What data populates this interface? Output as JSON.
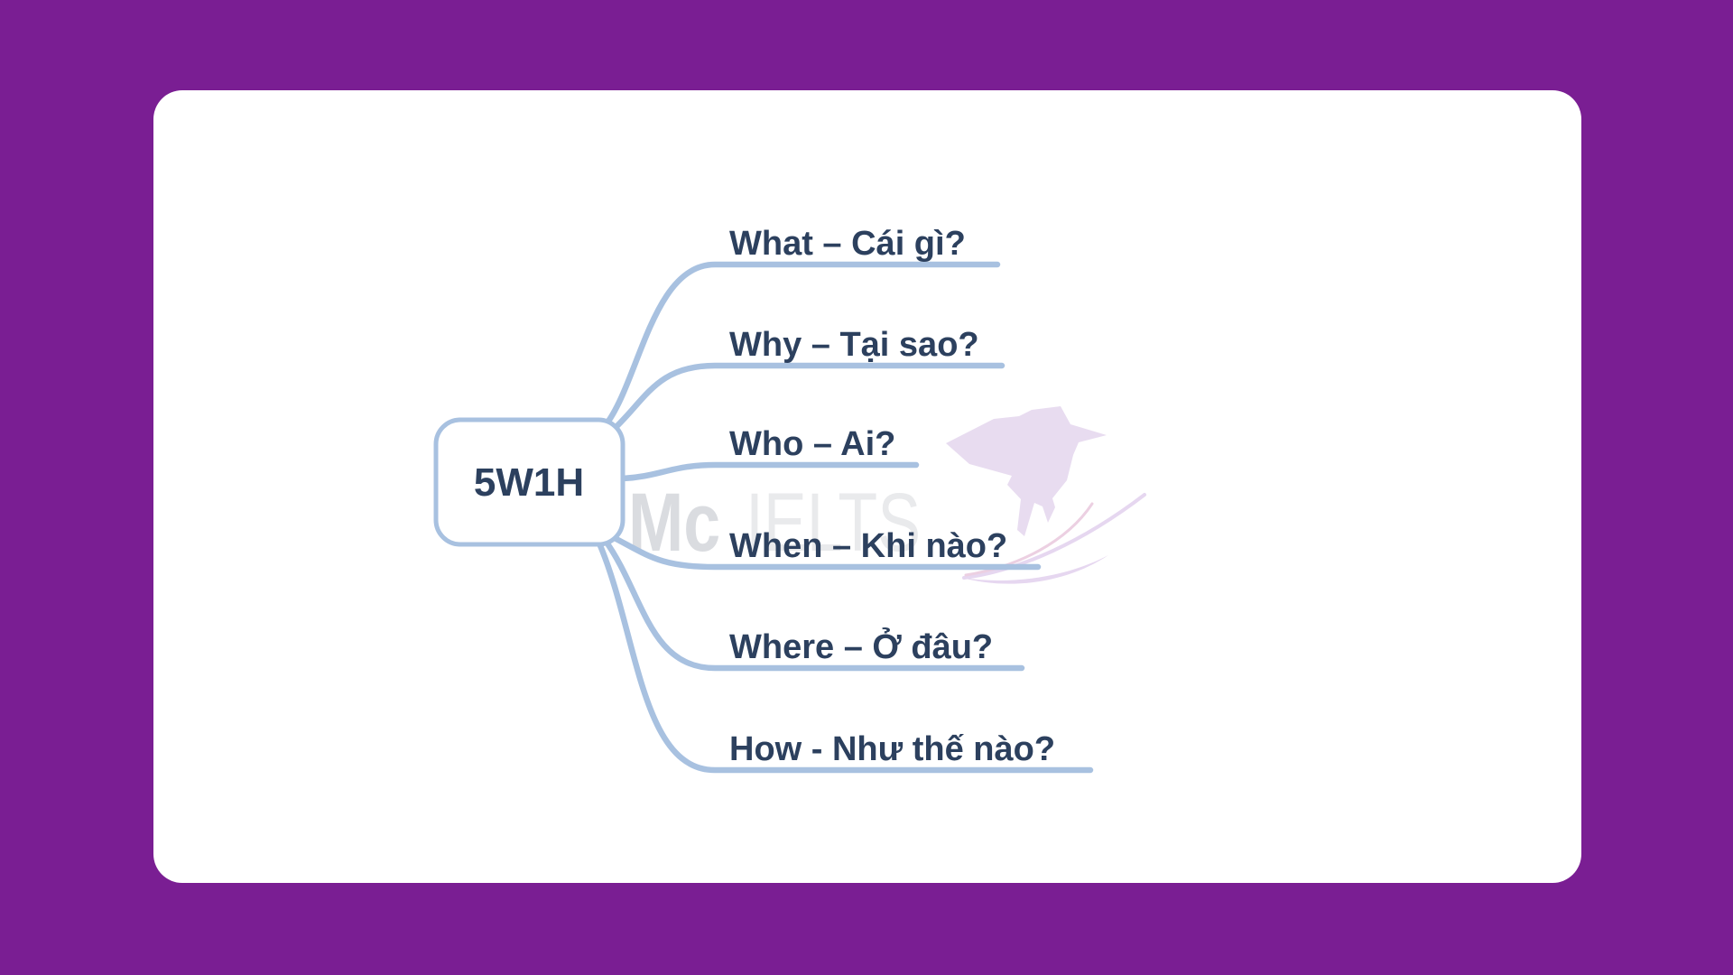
{
  "page": {
    "background_color": "#7a1e93",
    "card_background_color": "#ffffff"
  },
  "mindmap": {
    "root_label": "5W1H",
    "branches": [
      {
        "label": "What – Cái gì?"
      },
      {
        "label": "Why – Tại sao?"
      },
      {
        "label": "Who – Ai?"
      },
      {
        "label": "When – Khi nào?"
      },
      {
        "label": "Where – Ở đâu?"
      },
      {
        "label": "How - Như thế nào?"
      }
    ],
    "colors": {
      "branch_line": "#a8c1e0",
      "label_text": "#2c405e",
      "node_border": "#a8c1e0",
      "node_fill": "#ffffff"
    }
  },
  "watermark": {
    "brand_bold": "Mc",
    "brand_light": "IELTS",
    "bird_icon": "origami-hummingbird",
    "bird_color": "#e8dcf0",
    "text_color": "#dadce0",
    "swoosh_pink_color": "#ecd0e2"
  }
}
